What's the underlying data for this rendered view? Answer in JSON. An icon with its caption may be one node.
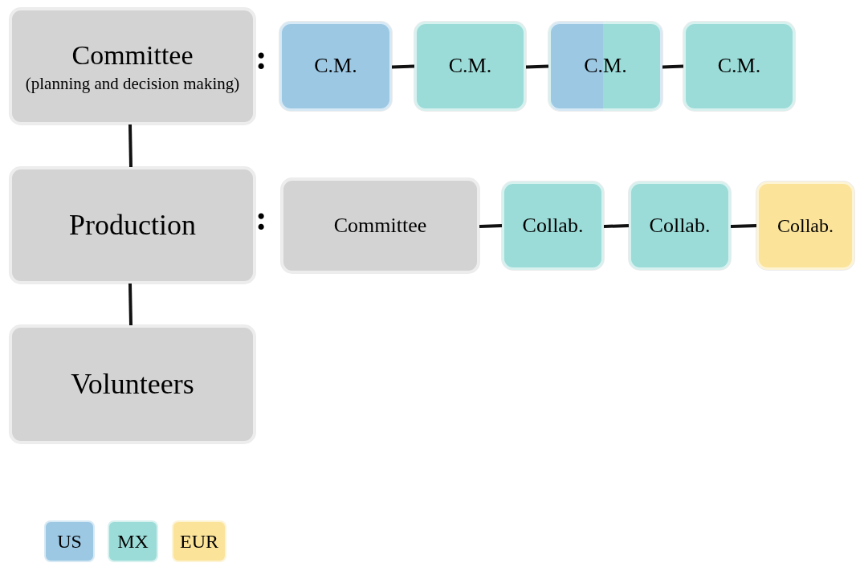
{
  "diagram": {
    "nodes": [
      {
        "text": [
          "Committee",
          "(planning and decision making)"
        ]
      },
      {
        "text": [
          "Production"
        ]
      },
      {
        "text": [
          "Volunteers"
        ]
      },
      {
        "text": [
          "C.M."
        ]
      },
      {
        "text": [
          "C.M."
        ]
      },
      {
        "text": [
          "C.M."
        ]
      },
      {
        "text": [
          "C.M."
        ]
      },
      {
        "text": [
          "Committee"
        ]
      },
      {
        "text": [
          "Collab."
        ]
      },
      {
        "text": [
          "Collab."
        ]
      },
      {
        "text": [
          "Collab."
        ]
      }
    ],
    "edges": [
      {
        "from": 0,
        "to": 1,
        "arrow": "none"
      },
      {
        "from": 1,
        "to": 2,
        "arrow": "none"
      },
      {
        "from": 3,
        "to": 4,
        "arrow": "none"
      },
      {
        "from": 4,
        "to": 5,
        "arrow": "none"
      },
      {
        "from": 5,
        "to": 6,
        "arrow": "none"
      },
      {
        "from": 7,
        "to": 8,
        "arrow": "none"
      },
      {
        "from": 8,
        "to": 9,
        "arrow": "none"
      },
      {
        "from": 9,
        "to": 10,
        "arrow": "none"
      }
    ],
    "labels": [
      ":",
      ":"
    ],
    "legend": [
      {
        "text": "US",
        "color": "#9cc8e4"
      },
      {
        "text": "MX",
        "color": "#9bdcd8"
      },
      {
        "text": "EUR",
        "color": "#fbe39a"
      }
    ]
  }
}
